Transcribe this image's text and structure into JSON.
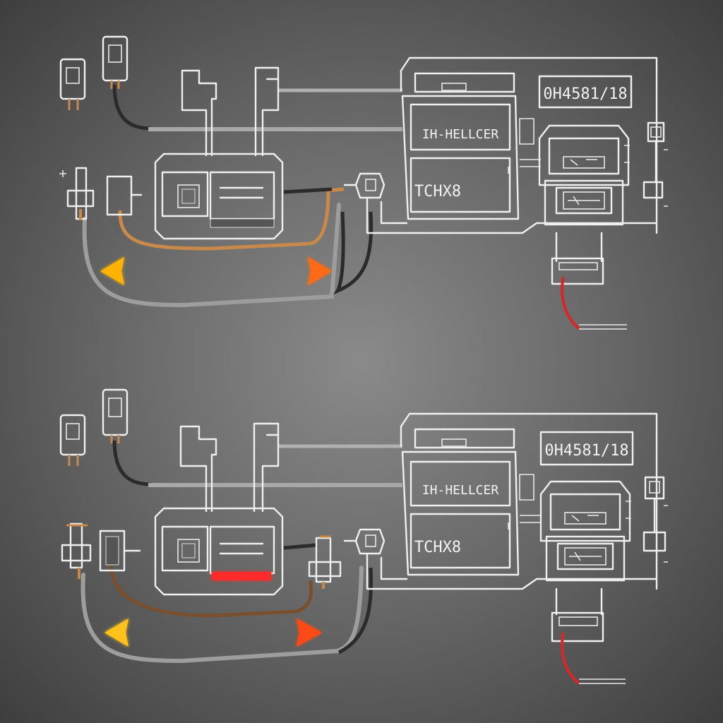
{
  "panels": [
    {
      "id": "top",
      "display_code": "0H4581/18",
      "upper_module_label": "IH-HELLCER",
      "lower_module_label": "TCHX8"
    },
    {
      "id": "bottom",
      "display_code": "0H4581/18",
      "upper_module_label": "IH-HELLCER",
      "lower_module_label": "TCHX8"
    }
  ],
  "colors": {
    "line": "#efefef",
    "cable_grey": "#9a9a9a",
    "cable_black": "#2b2b2b",
    "cable_orange": "#c8894a",
    "cable_brown": "#7a4f2e",
    "cable_red": "#d8262a",
    "arrow_yellow": "#ffb300",
    "arrow_red": "#ff1f1f",
    "accent_red": "#ff2a2a"
  },
  "icons": [
    "sensor-probe-icon",
    "connector-icon",
    "double-arrow-icon",
    "terminal-block-icon"
  ]
}
